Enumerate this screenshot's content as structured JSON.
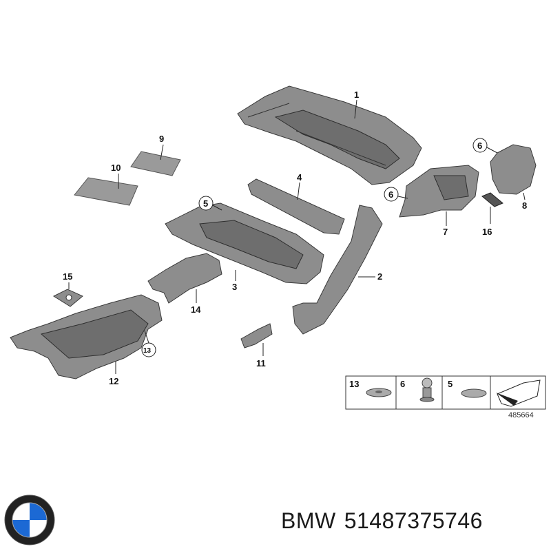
{
  "part_labels": {
    "p1": "1",
    "p2": "2",
    "p3": "3",
    "p4": "4",
    "p5": "5",
    "p6a": "6",
    "p6b": "6",
    "p7": "7",
    "p8": "8",
    "p9": "9",
    "p10": "10",
    "p11": "11",
    "p12": "12",
    "p13": "13",
    "p14": "14",
    "p15": "15",
    "p16": "16"
  },
  "legend": {
    "items": [
      "13",
      "6",
      "5"
    ],
    "diagram_id": "485664"
  },
  "footer": {
    "brand": "BMW",
    "part_number": "51487375746"
  },
  "colors": {
    "part_fill": "#8d8d8d",
    "part_stroke": "#3a3a3a",
    "bmw_blue": "#1c69d4"
  }
}
